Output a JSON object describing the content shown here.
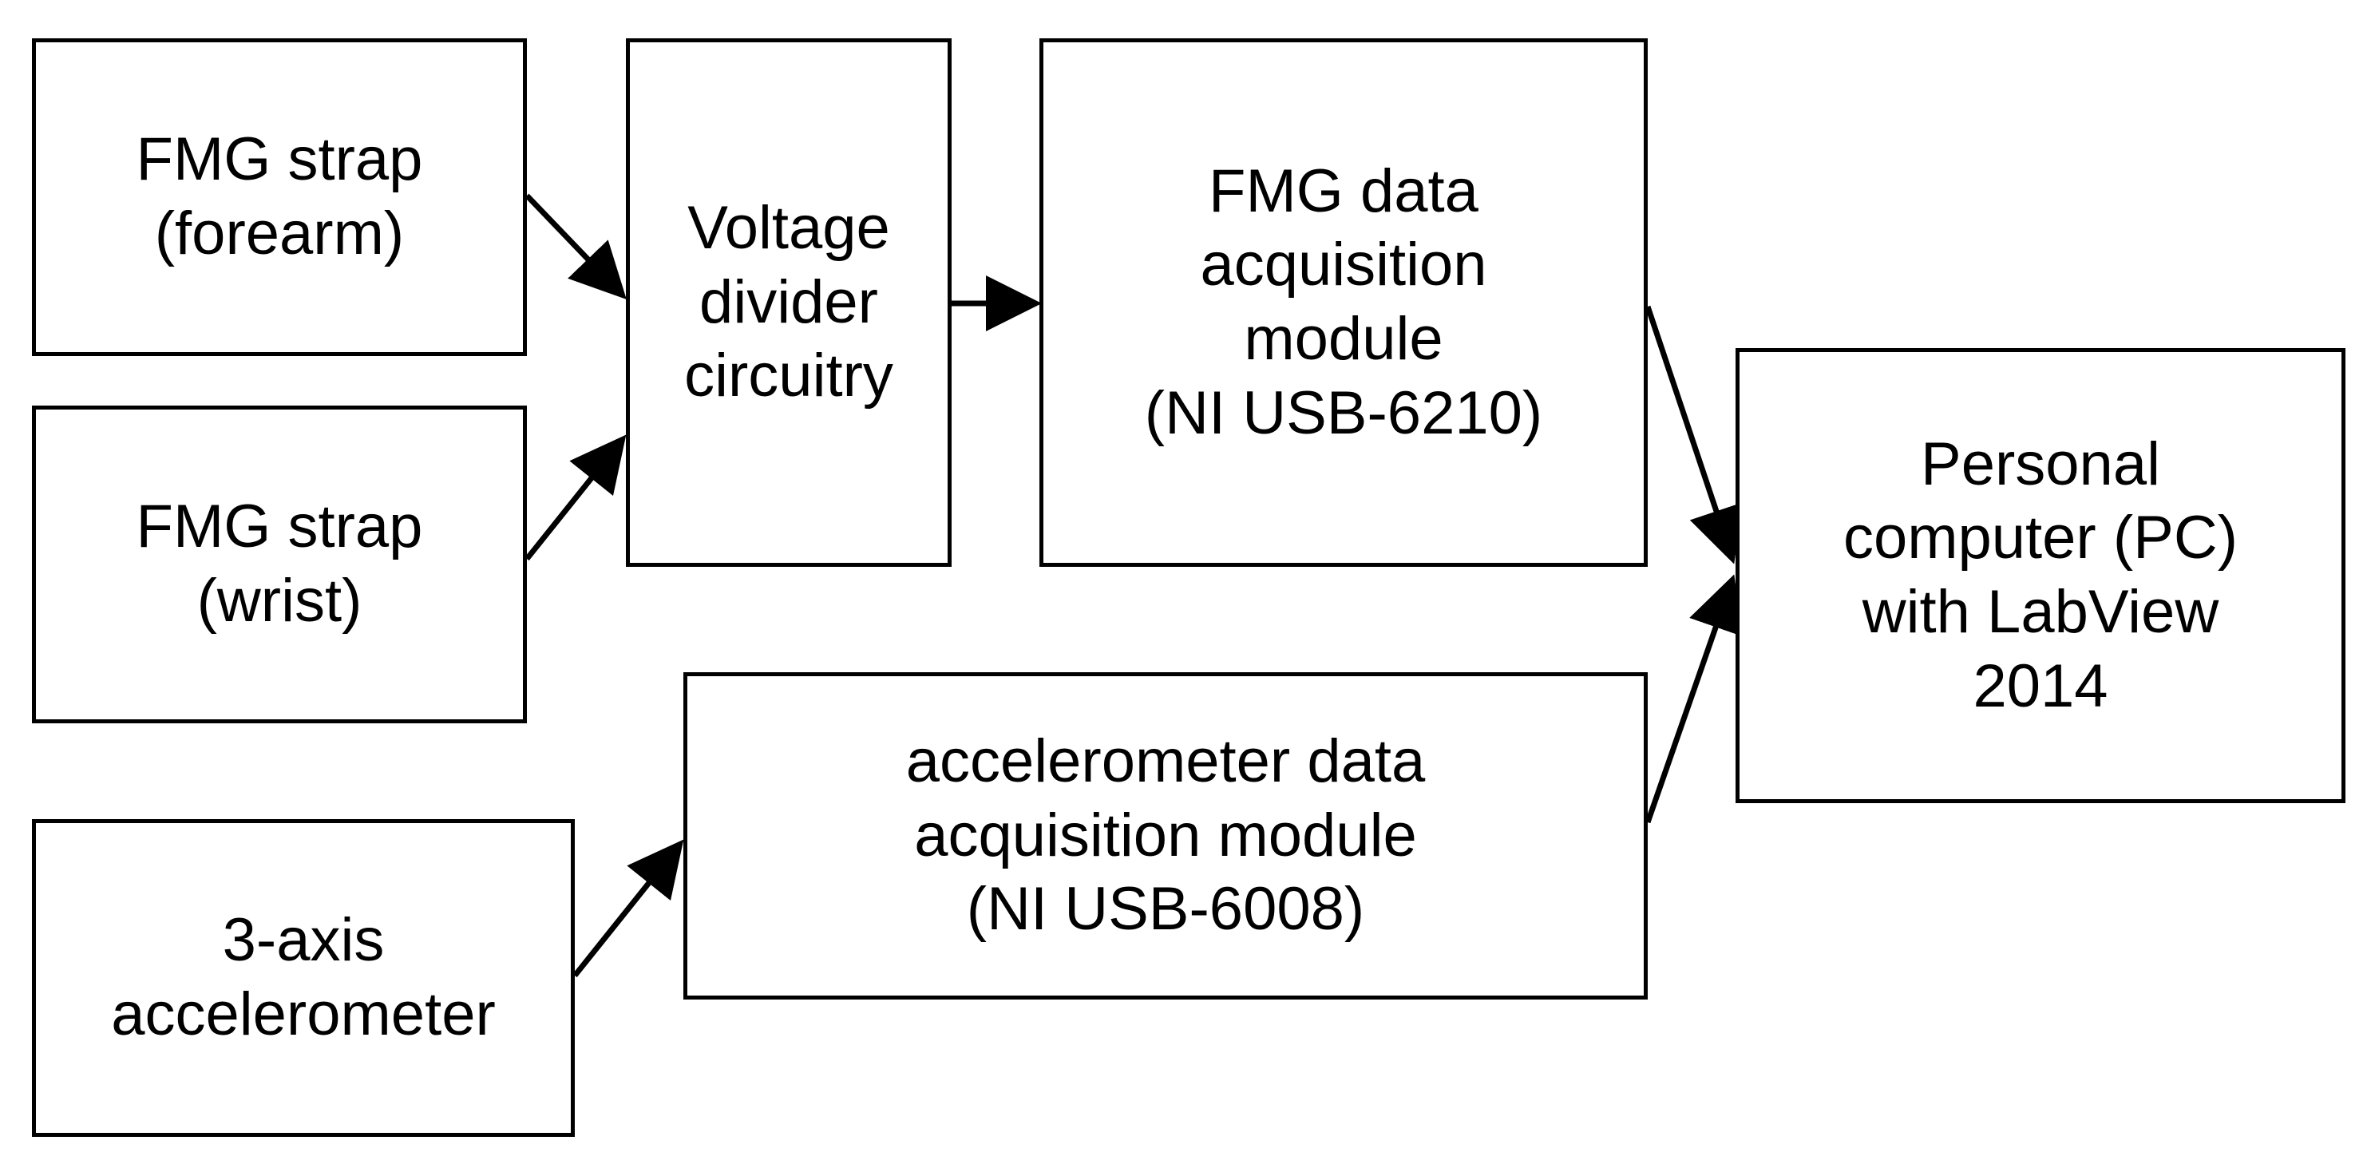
{
  "blocks": {
    "fmg_strap_forearm": "FMG strap\n(forearm)",
    "fmg_strap_wrist": "FMG strap\n(wrist)",
    "accelerometer": "3-axis\naccelerometer",
    "voltage_divider": "Voltage\ndivider\ncircuitry",
    "fmg_daq": "FMG data\nacquisition\nmodule\n(NI USB-6210)",
    "accel_daq": "accelerometer data\nacquisition module\n(NI USB-6008)",
    "pc": "Personal\ncomputer (PC)\nwith LabView\n2014"
  },
  "colors": {
    "stroke": "#000000",
    "background": "#ffffff"
  }
}
